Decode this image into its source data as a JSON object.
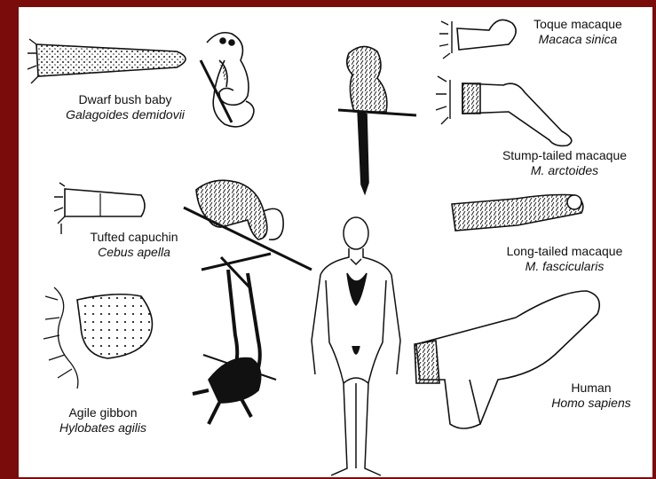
{
  "colors": {
    "frame": "#7a0c0c",
    "panel": "#ffffff",
    "ink": "#111111"
  },
  "species": [
    {
      "id": "dwarf-bush-baby",
      "common": "Dwarf bush baby",
      "latin": "Galagoides demidovii"
    },
    {
      "id": "toque-macaque",
      "common": "Toque macaque",
      "latin": "Macaca sinica"
    },
    {
      "id": "stump-tailed-macaque",
      "common": "Stump-tailed macaque",
      "latin": "M. arctoides"
    },
    {
      "id": "tufted-capuchin",
      "common": "Tufted capuchin",
      "latin": "Cebus apella"
    },
    {
      "id": "long-tailed-macaque",
      "common": "Long-tailed macaque",
      "latin": "M. fascicularis"
    },
    {
      "id": "agile-gibbon",
      "common": "Agile gibbon",
      "latin": "Hylobates agilis"
    },
    {
      "id": "human",
      "common": "Human",
      "latin": "Homo sapiens"
    }
  ]
}
